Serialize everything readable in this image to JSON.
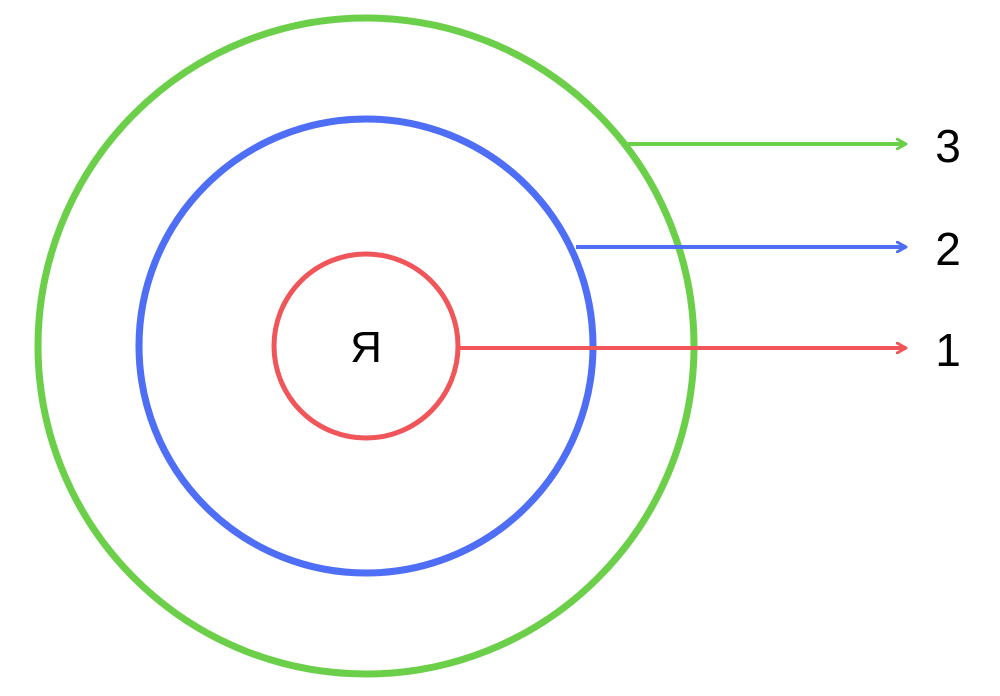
{
  "center_label": "Я",
  "rings": [
    {
      "label": "1",
      "color": "#f0555a"
    },
    {
      "label": "2",
      "color": "#4d6ef5"
    },
    {
      "label": "3",
      "color": "#6ccf4a"
    }
  ]
}
